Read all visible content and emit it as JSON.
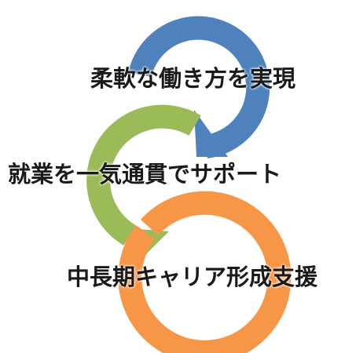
{
  "steps": [
    {
      "label": "柔軟な働き方を実現",
      "color": "#4f81bd"
    },
    {
      "label": "就業を一気通貫でサポート",
      "color": "#9bbb59"
    },
    {
      "label": "中長期キャリア形成支援",
      "color": "#f79646"
    }
  ]
}
